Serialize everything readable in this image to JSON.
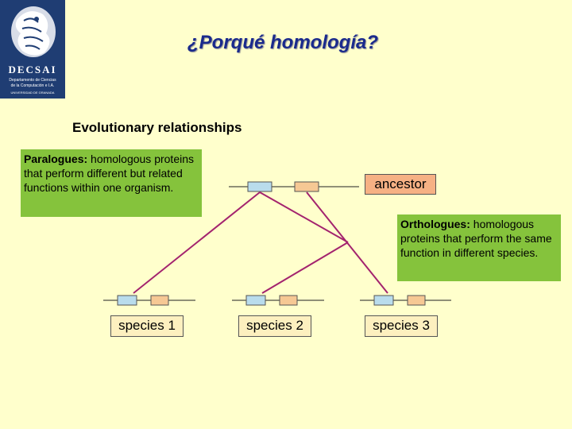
{
  "logo": {
    "name": "DECSAI",
    "subtitle_line1": "Departamento de Ciencias",
    "subtitle_line2": "de la Computación e I.A.",
    "university": "UNIVERSIDAD DE GRANADA"
  },
  "title": "¿Porqué homología?",
  "subtitle": "Evolutionary relationships",
  "paralogues": {
    "term": "Paralogues:",
    "text": " homologous proteins that perform different but related functions within one organism."
  },
  "orthologues": {
    "term": "Orthologues:",
    "text": " homologous proteins that perform the same function in different species."
  },
  "labels": {
    "ancestor": "ancestor",
    "species1": "species 1",
    "species2": "species 2",
    "species3": "species 3"
  },
  "colors": {
    "background": "#ffffcc",
    "note": "#85c33c",
    "tree_line": "#a3236e",
    "gene_a": "#b9dcec",
    "gene_b": "#f6c894"
  }
}
